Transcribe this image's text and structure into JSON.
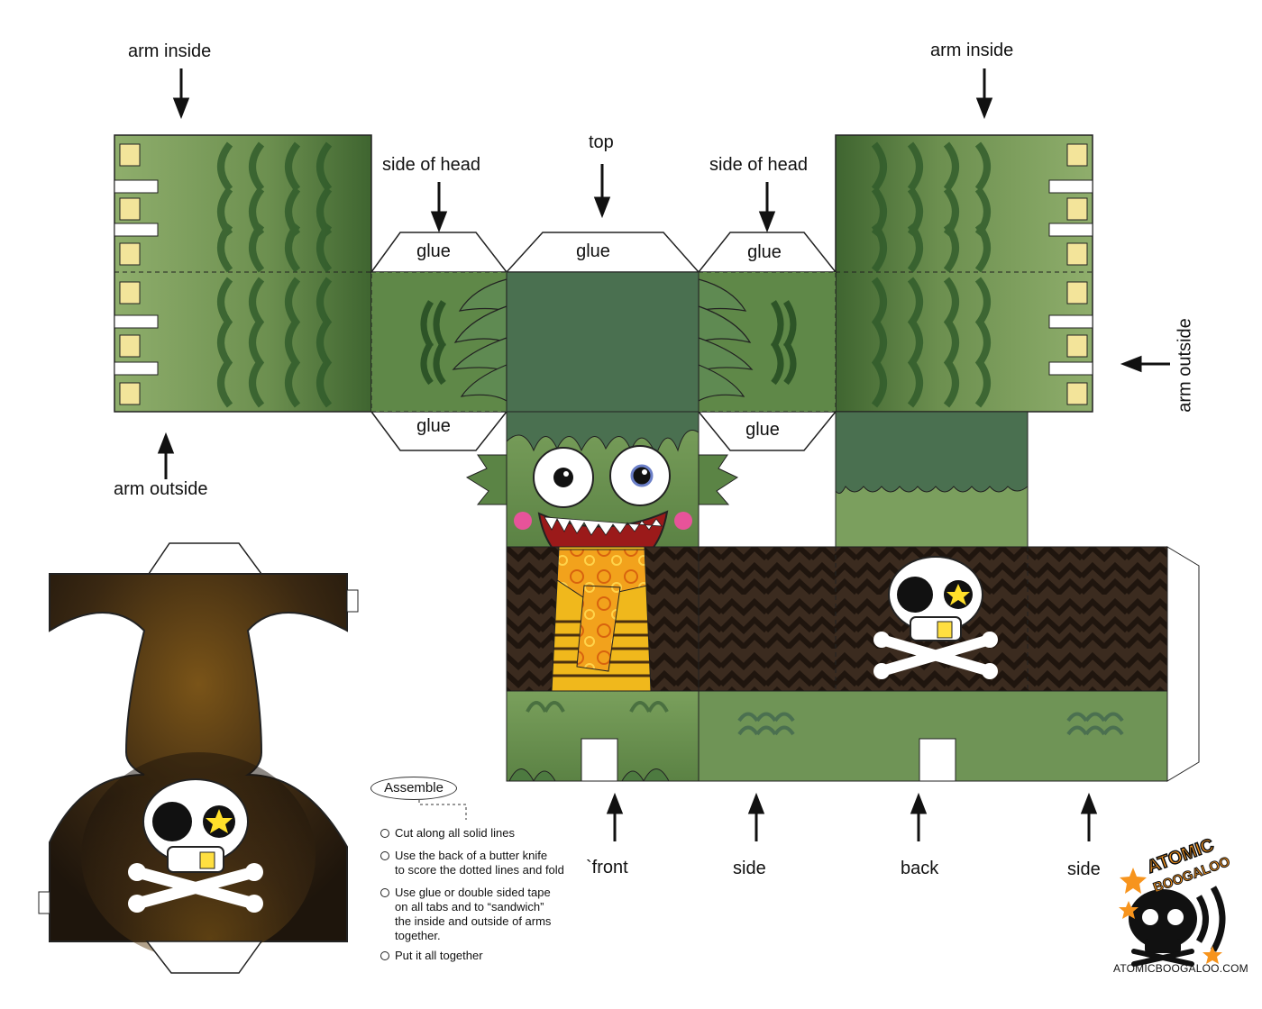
{
  "labels": {
    "arm_inside_left": "arm inside",
    "arm_inside_right": "arm inside",
    "side_of_head_left": "side of head",
    "top": "top",
    "side_of_head_right": "side of head",
    "arm_outside_left": "arm outside",
    "arm_outside_right": "arm outside",
    "glue_1": "glue",
    "glue_2": "glue",
    "glue_3": "glue",
    "glue_4": "glue",
    "glue_5": "glue",
    "front": "`front",
    "side_1": "side",
    "back": "back",
    "side_2": "side"
  },
  "instructions": {
    "title": "Assemble",
    "steps": [
      [
        "Cut along all solid lines"
      ],
      [
        "Use the back of a butter knife",
        "to score the dotted lines and fold"
      ],
      [
        "Use glue or double sided tape",
        "on all tabs and to “sandwich”",
        "the inside and outside of arms",
        "together."
      ],
      [
        "Put it all together"
      ]
    ]
  },
  "brand": {
    "logo_line1": "ATOMIC",
    "logo_line2": "BOOGALOO",
    "url": "ATOMICBOOGALOO.COM"
  },
  "colors": {
    "green_light": "#7e9e5d",
    "green_dark": "#3f6a33",
    "hair": "#4a7050",
    "brown": "#3a2a1c",
    "scarf": "#f0a020",
    "tab_yellow": "#f3e49a"
  }
}
